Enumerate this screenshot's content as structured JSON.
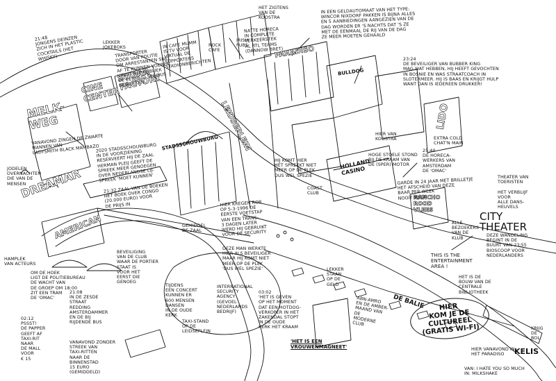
{
  "landmarks": {
    "melkweg": "MELK-\nWEG",
    "cinecenter": "CINE\nCENTER",
    "sugar_factory": "SUGAR\nFACTORY",
    "paradiso": "PARADISO",
    "dreamar": "DREAMAR",
    "american": "AMERICAN",
    "city_theater": "CITY\nTHEATER",
    "holland_casino": "HOLLAND\nCASINO",
    "rancho": "RANCHO\nROOD\nVLEES",
    "de_balie": "DE BALIE",
    "bulldog": "BULLDOG",
    "lido": "LIDO",
    "stadsschouwburg": "STADSSCHOUWBURG",
    "leidseplein": "LEIDSEPLEIN",
    "kelis": "KELIS"
  },
  "bubble_text": "HIER\nKOM JE DE\nCULTUREEL\n(GRATIS WI-FI)",
  "notes": {
    "n_top_left": "21:48\nJONGENS DEINZEN\nZICH IN HET PLASTIC\nCOCKTAILS (HET\nWHISKY)",
    "n_lekker": "LEKKER\nJOKEBOKS",
    "n_transporter": "TRANSPORTER\nDOOR VAN POLITIE\nOM ARRESTANTEN SNEL\nAF TE KUNNEN VOEREN\nVINDT HET PUBLIEK\nDE EENHEID SERIEUS\nBEWERKEN",
    "n_cafe": "IN CAFE MUMM\nIS TV VOOR\nVIRTUAL DE\nSUPPORTERS\nSTADIONBERICHTEN",
    "n_rock": "ROCK\nCAFE",
    "n_irish": "IRISH\nPUBS",
    "n_tokens": "HET ZIGTENS\nVAN DE\nKOOSTRA",
    "n_natte": "NATTE HORECA\nIN COMPLETE\nVERKEERSTEK\nAL RTL TEAMS\n(DANNOW BRET)",
    "n_geldautomaat": "IN EEN GELDAUTOMAAT VAN HET TYPE:\nWINCOR NIXDORF PAKKEN IS BIJNA ALLES\nEN 5 AANBIEDINGEN AANGEZIEN VAN DE\nDAG WORDEN ER 's NACHTS DAT 'S ZE\nMET DE EENMAAL DE RIJ VAN DE DAG\nZE MEER MOETEN GEHAALD",
    "n_bubber": "23:24\nDE BEVEILIGER VAN BUBBER KING\nMAG WAT HEBBEN, HIJ HEEFT GEVOCHTEN\nIN BOSNIE EN WAS STRAATCOACH IN\nSLOTERMEER. HIJ IS BAAS EN KRIJGT HULP\nWANT DAN IS IEDEREEN DRUKKER!",
    "n_ladysmith": "VANAVOND ZINGEN DE ZWARTE\nMANNEN VAN\nLADYSMITH BLACK MAMBAZO",
    "n_herman": "2020 STADSSCHOUWBURG\nIN DE VOORZIENING\nRESERVEERT HIJ DE ZAAL\nHERMAN PLEIJ GEEFT DE\nSPREEK MEER GENOEGEN\nOVER NEDERLANDSE LIJ-\nSPREEK 'MOET KUNNEN'",
    "n_congo": "21:32 ZAAL VAN DE BOEKEN\nHET BOEK OVER CONGO\n(20.000 EURO) VOOR\nDE PRIJS IN",
    "n_jodelen": "JODELEN\nOVERNACHTEN\nDIE VAN DE\nMENSEN",
    "n_zaal": "GEMIDDEL\nDE ZAAL",
    "n_kringloop": "HIER KREGEN ROB\nOP 5-3-1996 DE\nEERSTE VOETSTAP\nVAN EEN TRANS-\n3 DAGEN LATER\nWERD HIJ GEBRUIKT\nVOOR DE SECURITY",
    "n_gebouw": "DEZE MAN WERKTE\nHIER ALS BEVEILIGER\nMAAR HIJ KOMT NIET\nMEER OP DE PLEK\n'DUS WEL SPEZIE'",
    "n_zegen": "HIJ KOMT HIER\nHET SPREEKT NIET\nMEER OP DE PLEK\nDUS WEL SPEZIE",
    "n_horeca": "25:40\nDE HORECA-\nWERKERS VAN\nAMSTERDAM\nDE 'OMAC'",
    "n_garde": "GARDE IN 24 JAAR MET BRILLETJE\nHET AFSCHEID VAN DEZE\nBAAR PER WEEK\nNOOIT MEER",
    "n_theater": "THEATER VAN\nTOERISTEN\n\nHET VERBLIJF\nVOOR\nALLE DANS-\nHEUVELS",
    "n_city": "DEZE WANDELING\nBEGINT IN DE\nBUURT VAN 23:55\nBIOSCOOP VOOR\nNEDERLANDERS",
    "n_entertainment": "THIS IS THE\nENTERTAINMENT\nAREA !",
    "n_bouw": "HET IS DE\nBOUW VAN DE\nCENTRALE\nBIBLIOTHEEK",
    "n_amsterdam": "21:08\nIN DE ZESDE\nSTRAAT\nREDDING\nAMSTERDAMMER\nEN DE BIJ\nRIJDENDE BUS",
    "n_ambulance": "OM DE HOEK\nLIGT DE POLITIEBUREAU\nDE WACHT VAN\nDE GROEP OM 18:00\nZIT EEN TRAM\nDE 'OMAC'",
    "n_tijdens": "TIJDENS\nEEN CONCERT\nKUNNEN ER\n600 MENSEN\nDANSEN\nIN DE OUDE\nKERK",
    "n_security": "INTERNATIONAL\nSECURITY\nAGENCY\n(GEVOEL\nNEDERLANDS\nBEDRIJF)",
    "n_hoofd": "03:02\n'HET IS GEVEN\nOP HET MOMENT\nDAT EEN HOTDOG-\nVERKOPER IN HET\nZAKENDAL STOPT\nIN DE OUDE\nKERK HET KRAAM",
    "n_vrouwen": "'HET IS EEN\nVROUWENMAGNEET'",
    "n_lekkerstand": "LEKKER\nSTAAN\nOP DE\nGELD",
    "n_abn": "ABN-AMRO\nEN DE AMBER-\nMAAND VAN\nDE\nMODERNE\nCLUB",
    "n_pssst": "02:12\nPSSST!\nDE PAPPER\nGEEFT AF\nTAXI-RIT\nNAAR\nDE MALL\nVOOR\n€ 15",
    "n_taxi": "VANAVOND ZONDER\nSTREEK VAN\nTAXI-RITTEN\nNAAR DE\nBINNENSTAD\n15 EURO\n(GEMIDDELD)",
    "n_kelis": "HIER VANAVOND IN\nHET PARADISO",
    "n_milkshake": "VAN: I HATE YOU SO MUCH\nIN: MILKSHAKE",
    "n_tram": "TAXI-STAND\nOP DE\nLEIDSEPLEIN",
    "n_krijg": "KRIJG\nDE\nBOL",
    "n_hamplek": "HAMPLEK\nVAN ACTEURS",
    "n_eindelijk": "BEVEILIGING\nVAN DE CLUB\nWAAR DE PORTIER\nSTAAT IS\nVOOR HET\nEERST DIE\nGENOEG",
    "n_mauritz": "ALLE\nBEZOEKERS\nVAN DE\nKLUB",
    "n_coast": "COAST\nCLUB",
    "n_extra": "EXTRA COLD\nCHAT'N MAIN",
    "n_hoogstaat": "HOGE STOELE STOND\nBIJ DE KRAAM VAN\nDE (SPER) MOTOR",
    "n_hiervan": "HIER VAN\nKOOSTRA"
  }
}
